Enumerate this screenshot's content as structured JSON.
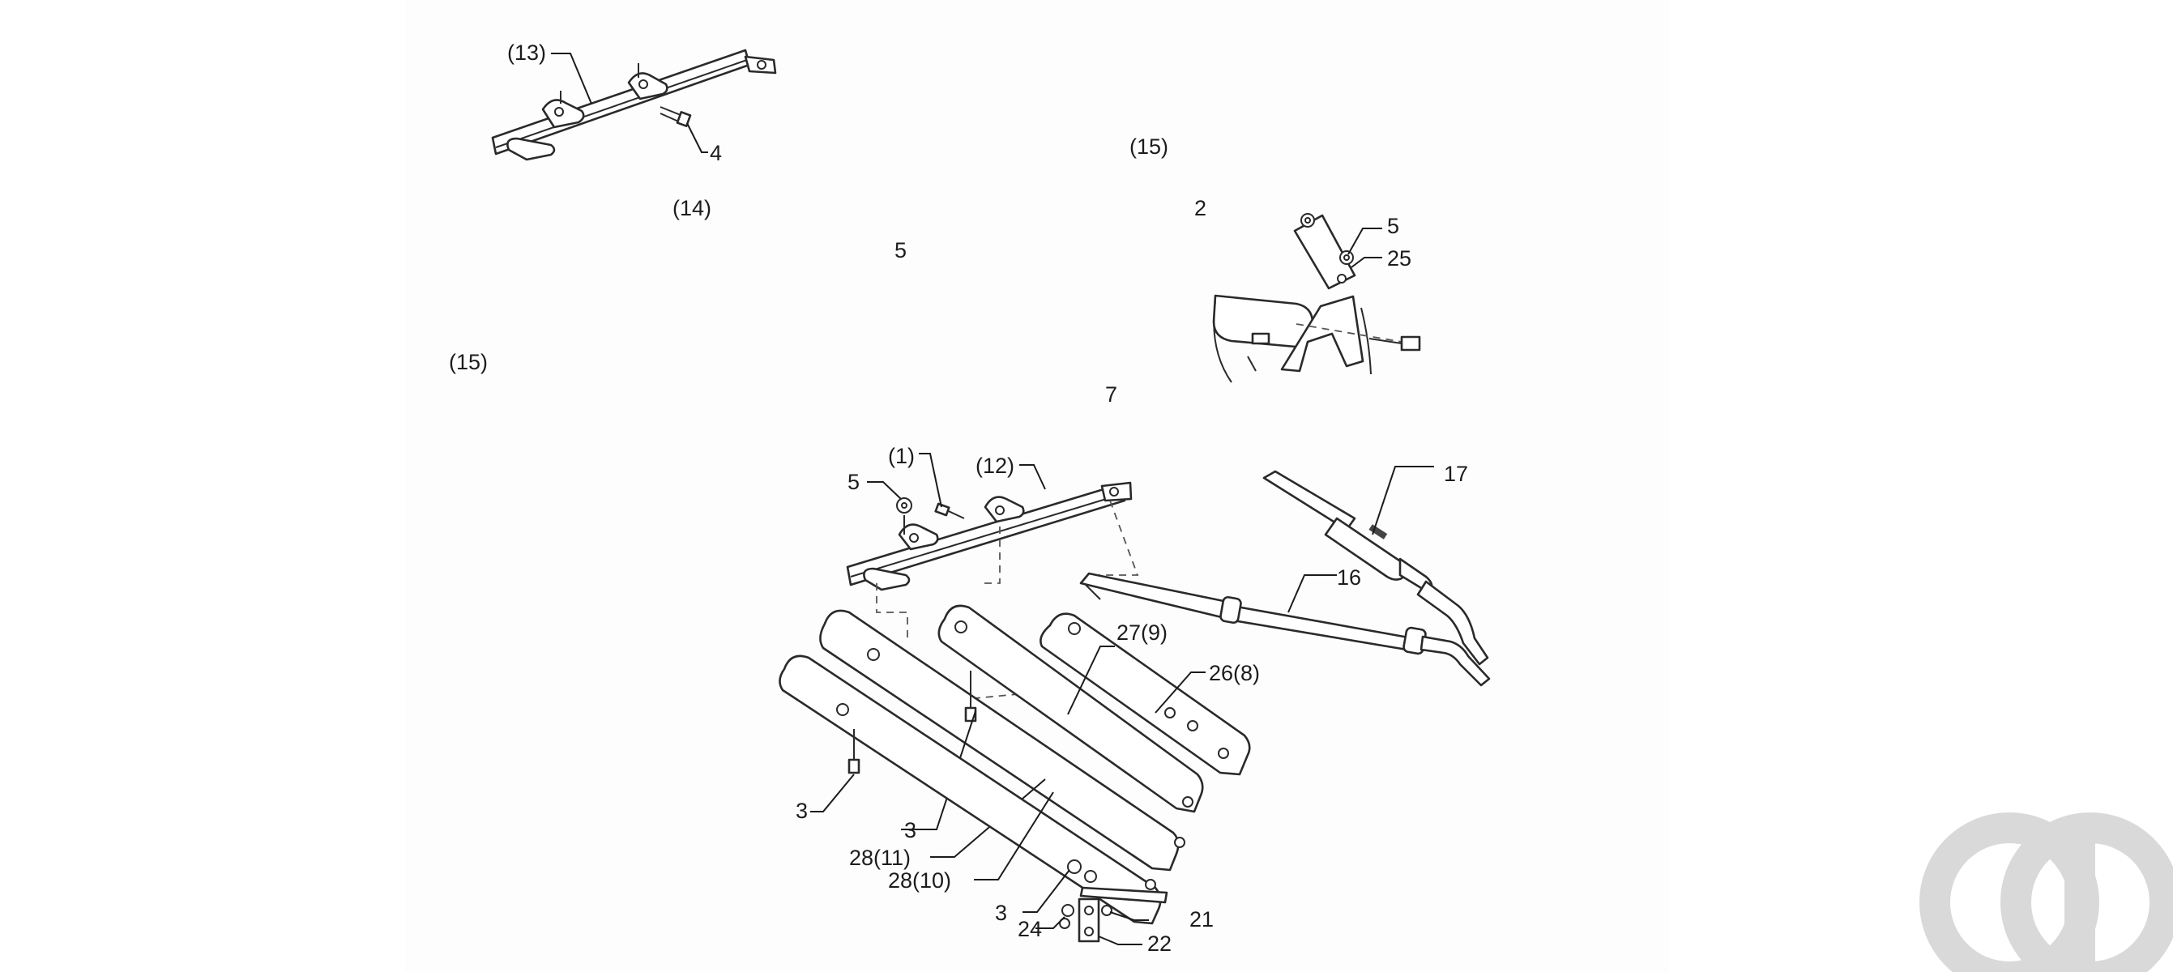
{
  "callouts": [
    {
      "id": "c13",
      "text": "(13)"
    },
    {
      "id": "c4",
      "text": "4"
    },
    {
      "id": "c14",
      "text": "(14)"
    },
    {
      "id": "c15a",
      "text": "(15)"
    },
    {
      "id": "c2",
      "text": "2"
    },
    {
      "id": "c5a",
      "text": "5"
    },
    {
      "id": "c25",
      "text": "25"
    },
    {
      "id": "c5b",
      "text": "5"
    },
    {
      "id": "c15b",
      "text": "(15)"
    },
    {
      "id": "c7",
      "text": "7"
    },
    {
      "id": "c1",
      "text": "(1)"
    },
    {
      "id": "c12",
      "text": "(12)"
    },
    {
      "id": "c5c",
      "text": "5"
    },
    {
      "id": "c17",
      "text": "17"
    },
    {
      "id": "c16",
      "text": "16"
    },
    {
      "id": "c27",
      "text": "27(9)"
    },
    {
      "id": "c26",
      "text": "26(8)"
    },
    {
      "id": "c3a",
      "text": "3"
    },
    {
      "id": "c3b",
      "text": "3"
    },
    {
      "id": "c28a",
      "text": "28(11)"
    },
    {
      "id": "c28b",
      "text": "28(10)"
    },
    {
      "id": "c3c",
      "text": "3"
    },
    {
      "id": "c24",
      "text": "24"
    },
    {
      "id": "c21",
      "text": "21"
    },
    {
      "id": "c22",
      "text": "22"
    }
  ],
  "watermark": {
    "icon": "ao-logo-icon",
    "color": "#d9d9d9"
  }
}
